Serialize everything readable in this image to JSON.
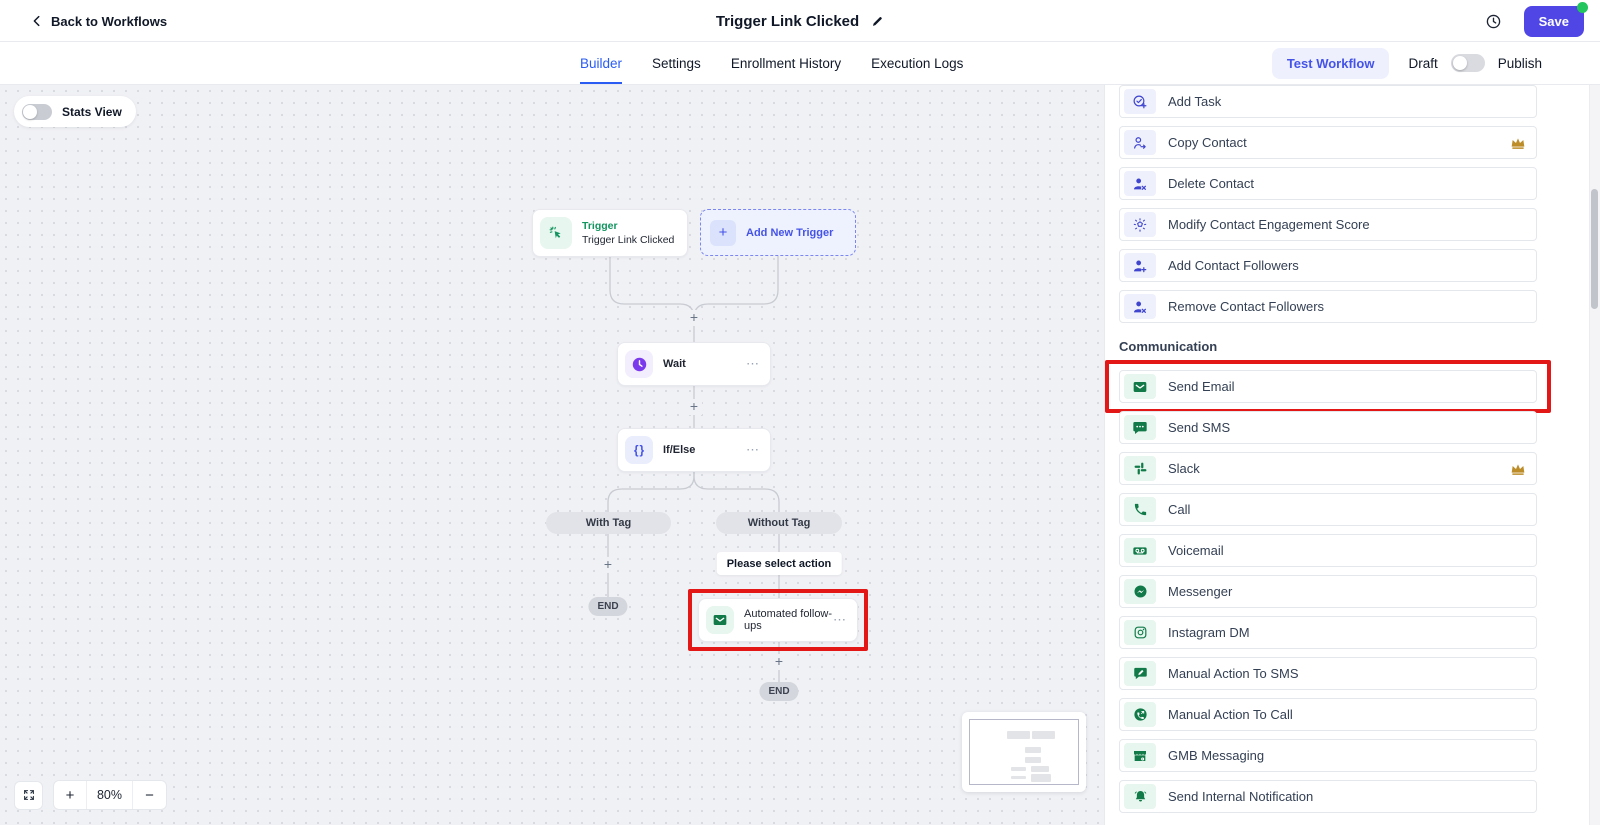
{
  "header": {
    "back_label": "Back to Workflows",
    "title": "Trigger Link Clicked",
    "save_label": "Save"
  },
  "tabs": [
    {
      "label": "Builder",
      "active": true
    },
    {
      "label": "Settings",
      "active": false
    },
    {
      "label": "Enrollment History",
      "active": false
    },
    {
      "label": "Execution Logs",
      "active": false
    }
  ],
  "toolbar": {
    "test_workflow_label": "Test Workflow",
    "draft_label": "Draft",
    "publish_label": "Publish",
    "draft_toggle_state": "off"
  },
  "canvas": {
    "stats_view_label": "Stats View",
    "stats_toggle_state": "off",
    "zoom_level": "80%",
    "nodes": {
      "trigger": {
        "badge": "Trigger",
        "title": "Trigger Link Clicked",
        "icon": "cursor-click-icon"
      },
      "add_new_trigger": {
        "label": "Add New Trigger",
        "icon": "plus-icon"
      },
      "wait": {
        "label": "Wait",
        "icon": "clock-icon"
      },
      "if_else": {
        "label": "If/Else",
        "icon": "braces-icon"
      },
      "branch_left": {
        "label": "With Tag"
      },
      "branch_right": {
        "label": "Without Tag"
      },
      "action_prompt": {
        "label": "Please select action"
      },
      "automated_followups": {
        "label": "Automated follow-ups",
        "icon": "mail-icon",
        "highlighted": true
      },
      "end_label": "END"
    }
  },
  "sidebar": {
    "section_title": "Communication",
    "items": [
      {
        "label": "Add Task",
        "icon": "task-check-plus-icon",
        "group": "contact",
        "premium": false,
        "highlighted": false
      },
      {
        "label": "Copy Contact",
        "icon": "copy-contact-icon",
        "group": "contact",
        "premium": true,
        "highlighted": false
      },
      {
        "label": "Delete Contact",
        "icon": "delete-contact-icon",
        "group": "contact",
        "premium": false,
        "highlighted": false
      },
      {
        "label": "Modify Contact Engagement Score",
        "icon": "engagement-score-icon",
        "group": "contact",
        "premium": false,
        "highlighted": false
      },
      {
        "label": "Add Contact Followers",
        "icon": "add-follower-icon",
        "group": "contact",
        "premium": false,
        "highlighted": false
      },
      {
        "label": "Remove Contact Followers",
        "icon": "remove-follower-icon",
        "group": "contact",
        "premium": false,
        "highlighted": false
      },
      {
        "label": "Send Email",
        "icon": "mail-icon",
        "group": "communication",
        "premium": false,
        "highlighted": true
      },
      {
        "label": "Send SMS",
        "icon": "sms-bubble-icon",
        "group": "communication",
        "premium": false,
        "highlighted": false
      },
      {
        "label": "Slack",
        "icon": "slack-icon",
        "group": "communication",
        "premium": true,
        "highlighted": false
      },
      {
        "label": "Call",
        "icon": "phone-icon",
        "group": "communication",
        "premium": false,
        "highlighted": false
      },
      {
        "label": "Voicemail",
        "icon": "voicemail-icon",
        "group": "communication",
        "premium": false,
        "highlighted": false
      },
      {
        "label": "Messenger",
        "icon": "messenger-icon",
        "group": "communication",
        "premium": false,
        "highlighted": false
      },
      {
        "label": "Instagram DM",
        "icon": "instagram-icon",
        "group": "communication",
        "premium": false,
        "highlighted": false
      },
      {
        "label": "Manual Action To SMS",
        "icon": "manual-sms-icon",
        "group": "communication",
        "premium": false,
        "highlighted": false
      },
      {
        "label": "Manual Action To Call",
        "icon": "manual-call-icon",
        "group": "communication",
        "premium": false,
        "highlighted": false
      },
      {
        "label": "GMB Messaging",
        "icon": "storefront-icon",
        "group": "communication",
        "premium": false,
        "highlighted": false
      },
      {
        "label": "Send Internal Notification",
        "icon": "bell-icon",
        "group": "communication",
        "premium": false,
        "highlighted": false
      }
    ]
  },
  "icons": {
    "plus": "+",
    "minus": "−",
    "more": "⋯"
  },
  "colors": {
    "accent_tab_blue": "#2a5cf4",
    "save_indigo": "#4f46e5",
    "test_workflow_bg": "#eef1fd",
    "highlight_red": "#e41717",
    "green_icon": "#117a48",
    "green_icon_bg": "#e7f6ee",
    "indigo_icon": "#3f45cf",
    "indigo_icon_bg": "#eef0fc",
    "crown_gold": "#bd8d2a",
    "trigger_green": "#12945f",
    "wait_purple": "#7c3aed",
    "save_status_dot_green": "#22c55e",
    "canvas_bg": "#f0f1f5"
  }
}
